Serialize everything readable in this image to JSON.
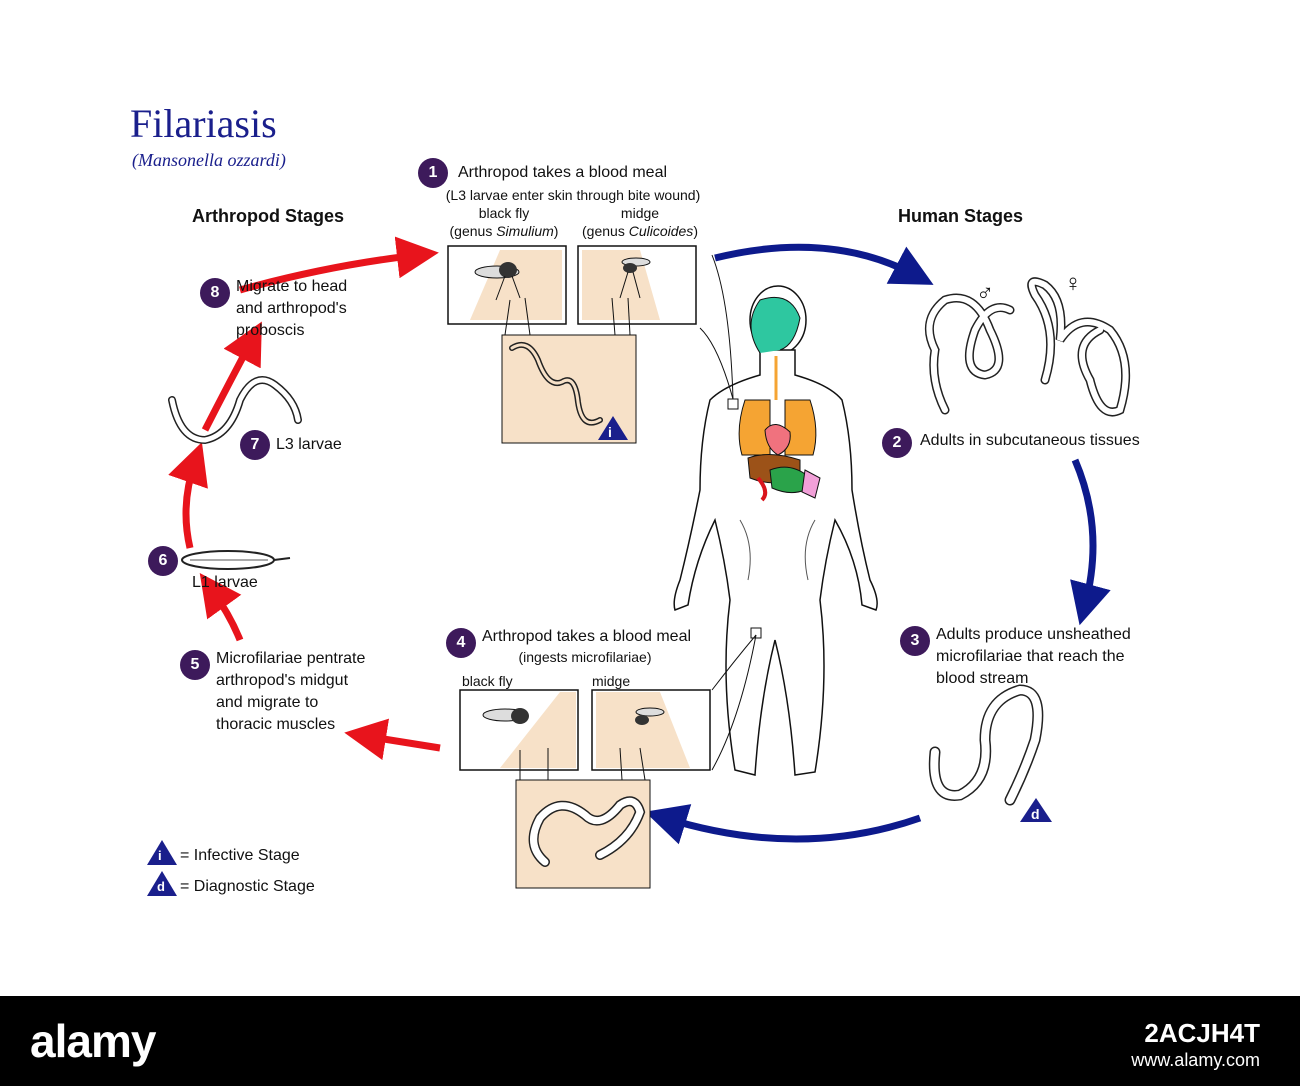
{
  "title": "Filariasis",
  "subtitle": "(Mansonella ozzardi)",
  "sections": {
    "arthropod": "Arthropod Stages",
    "human": "Human Stages"
  },
  "steps": {
    "s1": {
      "num": "1",
      "line1": "Arthropod takes a blood meal",
      "line2": "(L3 larvae enter skin  through bite wound)"
    },
    "s2": {
      "num": "2",
      "text": "Adults in subcutaneous tissues"
    },
    "s3": {
      "num": "3",
      "line1": "Adults produce unsheathed",
      "line2": "microfilariae that reach the",
      "line3": "blood stream"
    },
    "s4": {
      "num": "4",
      "line1": "Arthropod takes a blood meal",
      "line2": "(ingests microfilariae)"
    },
    "s5": {
      "num": "5",
      "line1": "Microfilariae pentrate",
      "line2": "arthropod's midgut",
      "line3": "and migrate to",
      "line4": "thoracic muscles"
    },
    "s6": {
      "num": "6",
      "text": "L1 larvae"
    },
    "s7": {
      "num": "7",
      "text": "L3 larvae"
    },
    "s8": {
      "num": "8",
      "line1": "Migrate to head",
      "line2": "and arthropod's",
      "line3": "proboscis"
    }
  },
  "vectors": {
    "top_fly": {
      "line1": "black fly",
      "line2_pre": "(genus ",
      "line2_it": "Simulium",
      "line2_post": ")"
    },
    "top_midge": {
      "line1": "midge",
      "line2_pre": "(genus ",
      "line2_it": "Culicoides",
      "line2_post": ")"
    },
    "bottom_fly": "black fly",
    "bottom_midge": "midge"
  },
  "symbols": {
    "male": "♂",
    "female": "♀"
  },
  "badges": {
    "infective": "i",
    "diagnostic": "d"
  },
  "legend": {
    "infective": "= Infective Stage",
    "diagnostic": "= Diagnostic Stage"
  },
  "footer": {
    "logo": "alamy",
    "image_id": "2ACJH4T",
    "url": "www.alamy.com"
  },
  "colors": {
    "arthropod_arrow": "#e8141c",
    "human_arrow": "#0d1a8c",
    "badge": "#1a1f8c",
    "step_circle": "#3d1a5b",
    "inset_bg": "#f7e1c8"
  }
}
